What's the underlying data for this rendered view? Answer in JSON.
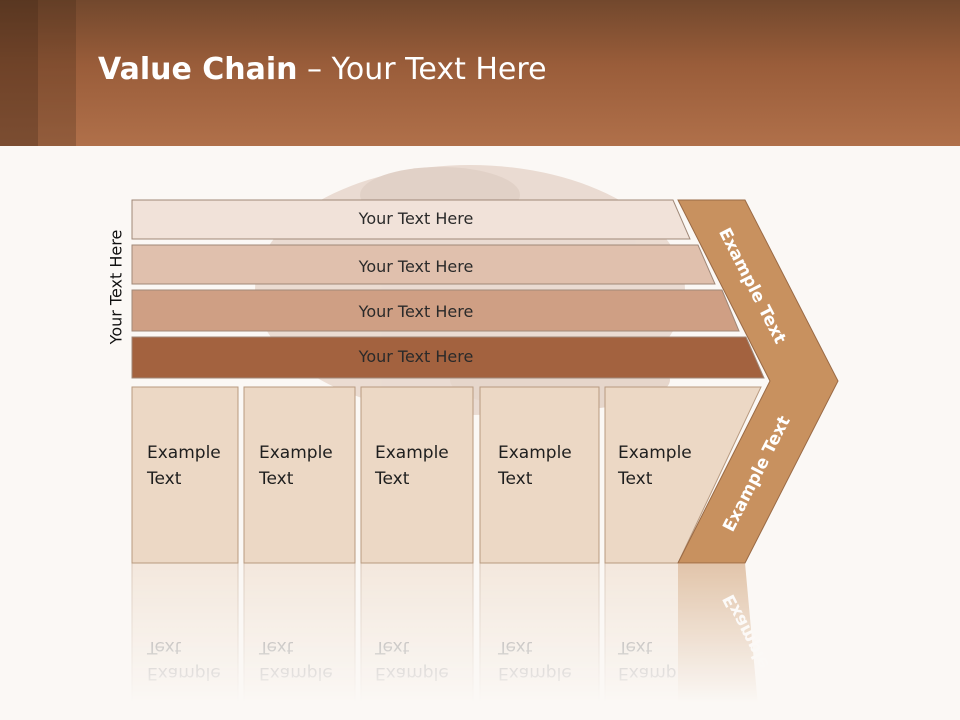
{
  "slide": {
    "title_bold": "Value Chain",
    "title_rest": " – Your Text Here",
    "side_label": "Your Text Here"
  },
  "support_bars": [
    {
      "label": "Your Text Here",
      "color": "#f1e2d9"
    },
    {
      "label": "Your Text Here",
      "color": "#e0c0ad"
    },
    {
      "label": "Your Text Here",
      "color": "#cf9f84"
    },
    {
      "label": "Your Text Here",
      "color": "#a3623f"
    }
  ],
  "primary_boxes": [
    {
      "line1": "Example",
      "line2": "Text"
    },
    {
      "line1": "Example",
      "line2": "Text"
    },
    {
      "line1": "Example",
      "line2": "Text"
    },
    {
      "line1": "Example",
      "line2": "Text"
    },
    {
      "line1": "Example",
      "line2": "Text"
    }
  ],
  "chevron": {
    "upper_label": "Example Text",
    "lower_label": "Example Text",
    "color": "#c8915f"
  },
  "colors": {
    "box_fill": "#ecd8c5",
    "box_stroke": "#b89a80"
  }
}
